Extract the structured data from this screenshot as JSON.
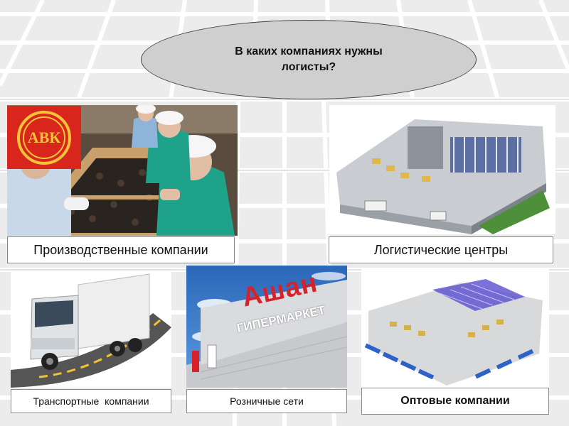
{
  "title": "В каких компаниях нужны логисты?",
  "panels": {
    "production": {
      "label": "Производственные компании",
      "logo_text": "АВК"
    },
    "logistics": {
      "label": "Логистические центры"
    },
    "transport": {
      "label": "Транспортные  компании"
    },
    "retail": {
      "label": "Розничные сети",
      "sign_brand": "Ашан",
      "sign_sub": "ГИПЕРМАРКЕТ"
    },
    "wholesale": {
      "label": "Оптовые компании"
    }
  },
  "colors": {
    "logo_red": "#d9261c",
    "retail_red": "#d6232a",
    "sky_blue": "#2f74c4",
    "overall_green": "#1ea38a"
  }
}
